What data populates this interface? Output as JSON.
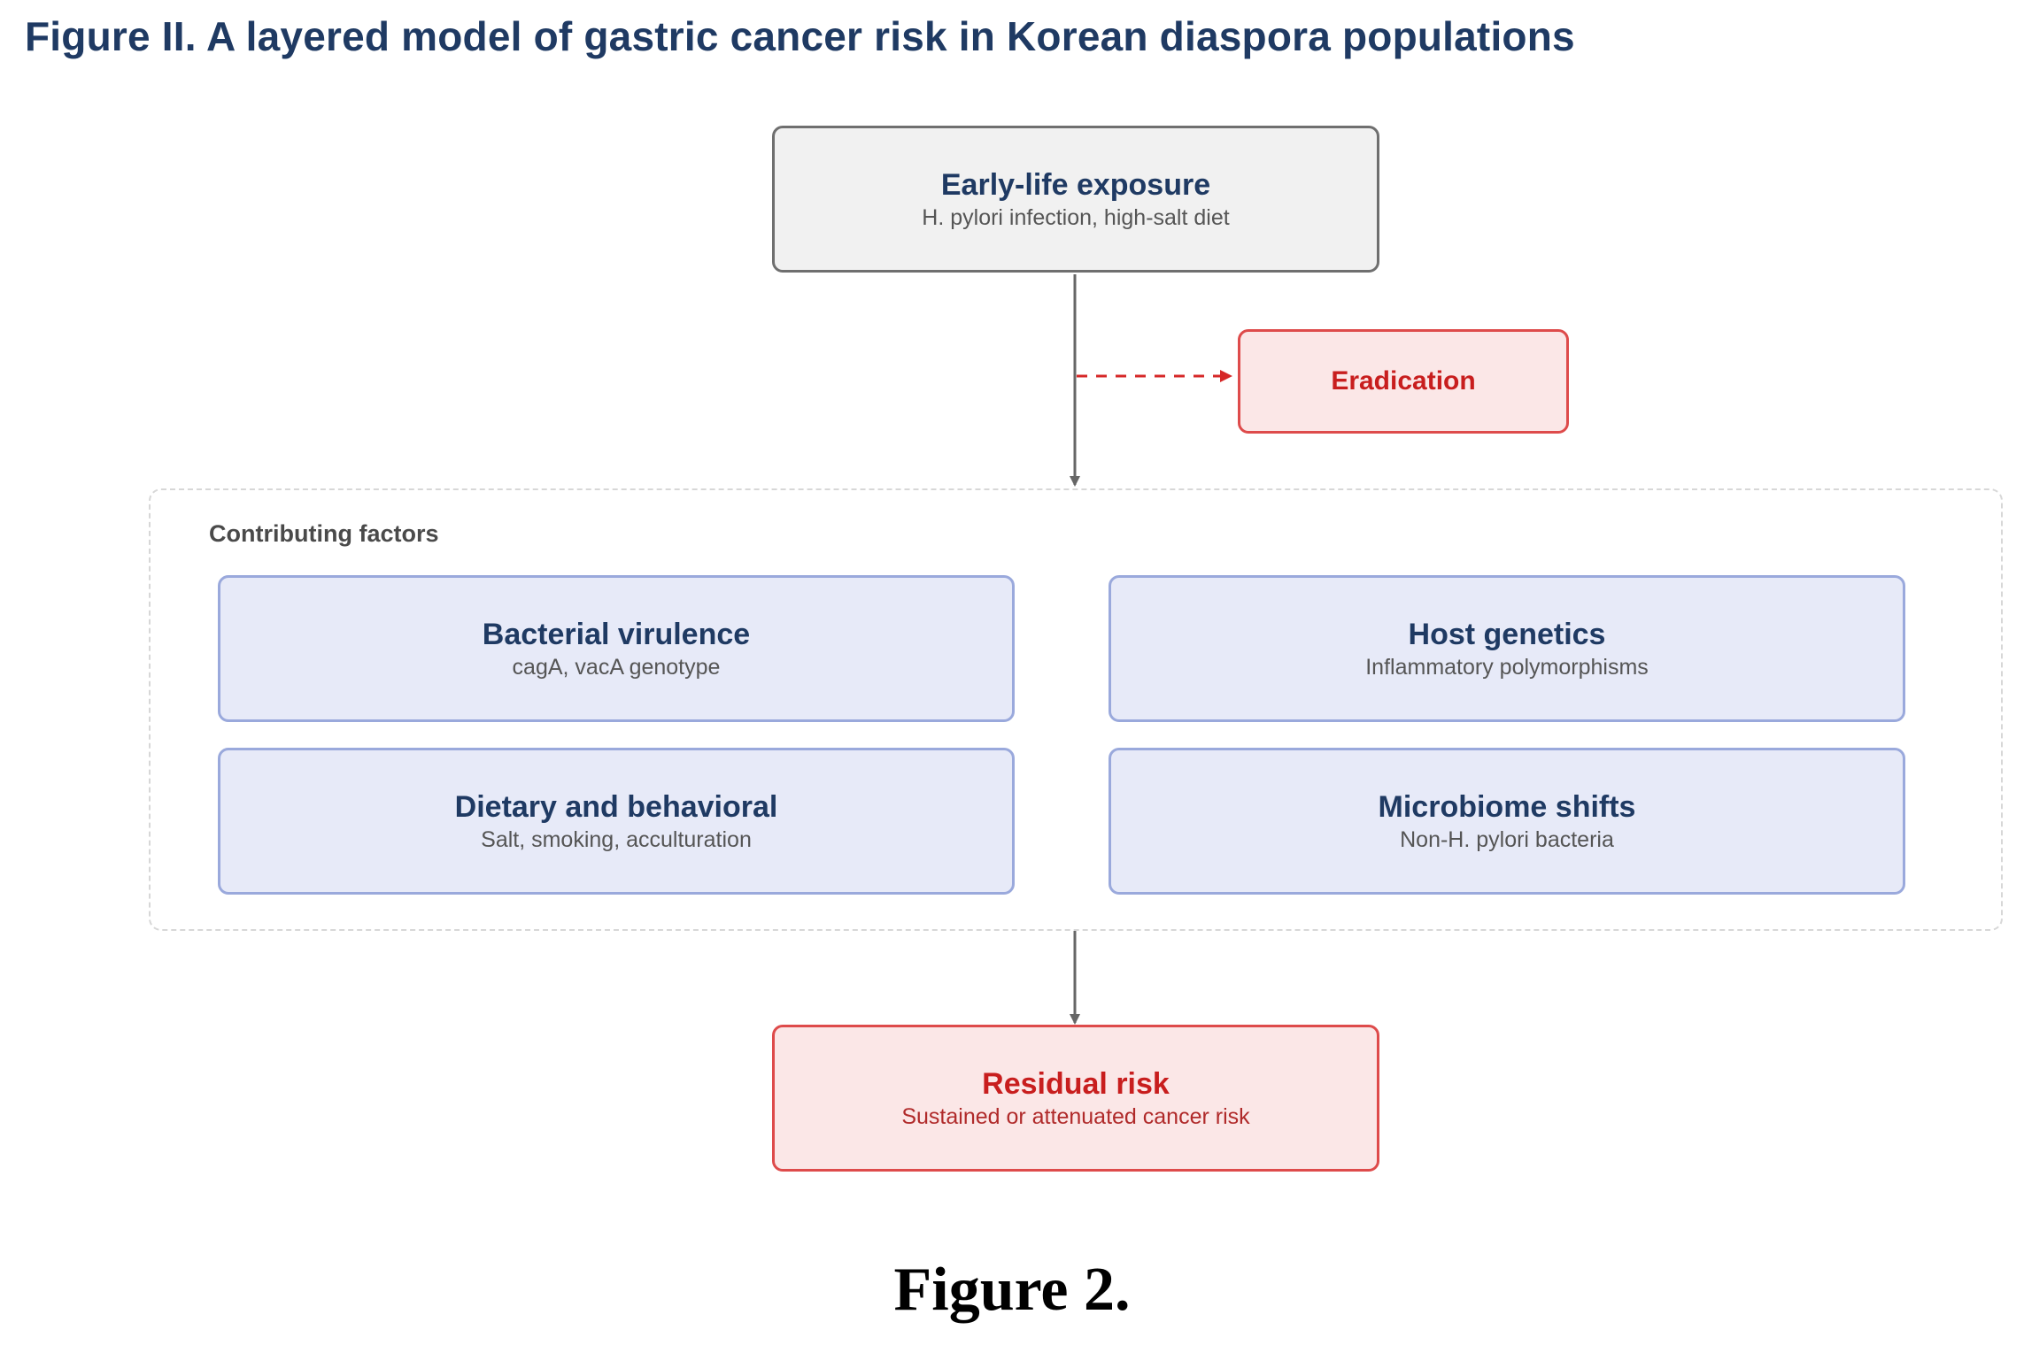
{
  "title": "Figure II. A layered model of gastric cancer risk in Korean diaspora populations",
  "nodes": {
    "early_life": {
      "title": "Early-life exposure",
      "subtitle": "H. pylori infection, high-salt diet"
    },
    "eradication": {
      "title": "Eradication"
    },
    "contributing": {
      "label": "Contributing factors",
      "factors": [
        {
          "title": "Bacterial virulence",
          "subtitle": "cagA, vacA genotype"
        },
        {
          "title": "Host genetics",
          "subtitle": "Inflammatory polymorphisms"
        },
        {
          "title": "Dietary and behavioral",
          "subtitle": "Salt, smoking, acculturation"
        },
        {
          "title": "Microbiome shifts",
          "subtitle": "Non-H. pylori bacteria"
        }
      ]
    },
    "residual": {
      "title": "Residual risk",
      "subtitle": "Sustained or attenuated cancer risk"
    }
  },
  "colors": {
    "title_navy": "#1f3a63",
    "accent_red": "#c81e1e",
    "connector_grey": "#666666",
    "dashed_red": "#d62828"
  },
  "caption": "Figure 2."
}
